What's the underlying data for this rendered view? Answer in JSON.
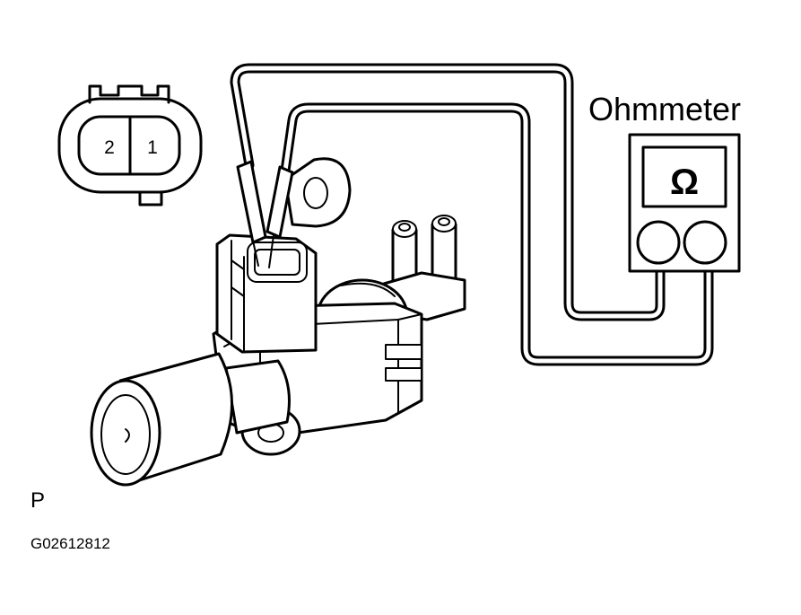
{
  "meter": {
    "label": "Ohmmeter",
    "symbol": "Ω"
  },
  "connector": {
    "pin_left": "2",
    "pin_right": "1"
  },
  "view_marker": "P",
  "figure_code": "G02612812"
}
